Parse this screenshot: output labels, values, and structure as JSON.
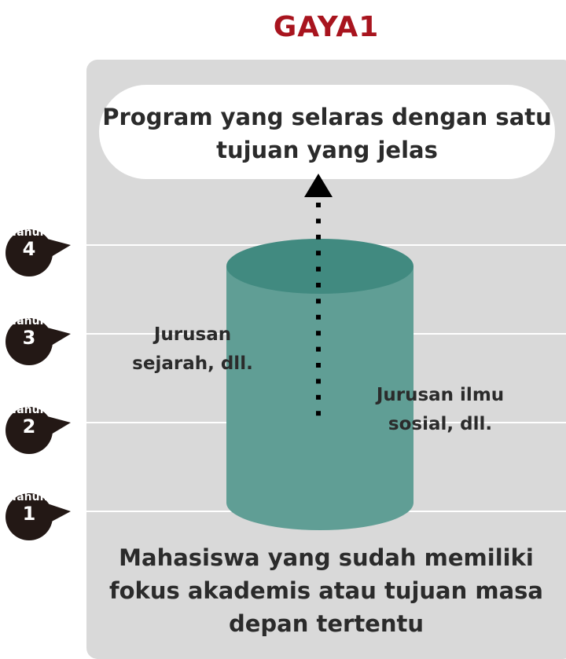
{
  "title": "GAYA1",
  "goal": "Program yang selaras dengan satu tujuan yang jelas",
  "left_label": "Jurusan sejarah, dll.",
  "right_label": "Jurusan ilmu sosial, dll.",
  "bottom_text": "Mahasiswa yang sudah memiliki fokus akademis atau tujuan masa depan tertentu",
  "years": [
    {
      "label": "Tahun",
      "num": "4"
    },
    {
      "label": "Tahun",
      "num": "3"
    },
    {
      "label": "Tahun",
      "num": "2"
    },
    {
      "label": "Tahun",
      "num": "1"
    }
  ],
  "colors": {
    "title": "#a8141e",
    "panel": "#d9d9d9",
    "cyl_top": "#418a80",
    "cyl_body": "#609e95",
    "badge": "#231815"
  }
}
